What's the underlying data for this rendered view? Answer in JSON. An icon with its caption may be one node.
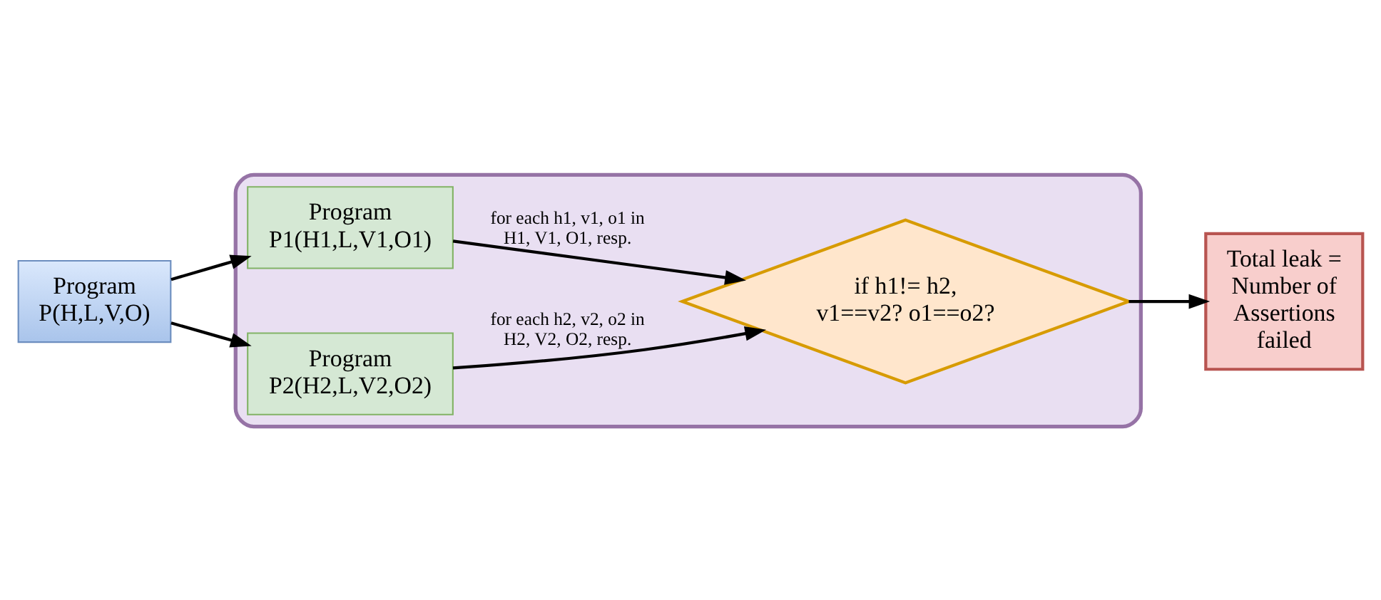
{
  "diagram": {
    "nodes": [
      {
        "text": [
          "Program P(H,L,V,O)"
        ]
      },
      {
        "text": [],
        "shape": "box"
      },
      {
        "text": [
          "Program P1(H1,L,V1,O1)"
        ],
        "in": 1
      },
      {
        "text": [
          "Program P2(H2,L,V2,O2)"
        ],
        "in": 1
      },
      {
        "text": [
          "if h1!= h2, v1==v2? o1==o2?"
        ],
        "in": 1
      },
      {
        "text": [
          "Total leak = Number of Assertions failed"
        ]
      }
    ],
    "edges": [
      {
        "from": 0,
        "to": 2,
        "arrow": "to"
      },
      {
        "from": 0,
        "to": 3,
        "arrow": "to"
      },
      {
        "from": 2,
        "to": 4,
        "arrow": "to",
        "label": "for each h1, v1, o1 in H1, V1, O1, resp."
      },
      {
        "from": 3,
        "to": 4,
        "arrow": "to",
        "label": "for each h2, v2, o2 in H2, V2, O2, resp."
      },
      {
        "from": 4,
        "to": 5,
        "arrow": "to"
      }
    ]
  }
}
